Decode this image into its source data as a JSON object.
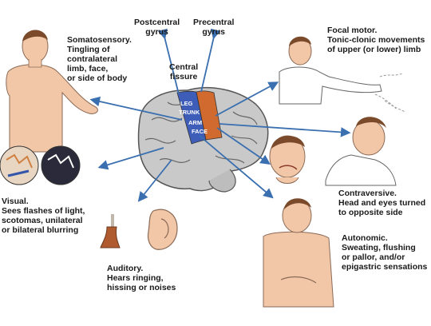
{
  "colors": {
    "arrow": "#3a6fb0",
    "postcentral": "#3d5db8",
    "precentral": "#d06a2e",
    "brain_fill": "#c9c9c9",
    "brain_line": "#555555",
    "skin": "#f2c7a8",
    "hair": "#7a4a2a"
  },
  "labels": {
    "postcentral": [
      "Postcentral",
      "gyrus"
    ],
    "precentral": [
      "Precentral",
      "gyrus"
    ],
    "central_fissure": [
      "Central",
      "fissure"
    ],
    "somatosensory": [
      "Somatosensory.",
      "Tingling of",
      "contralateral",
      "limb, face,",
      "or side of body"
    ],
    "focal_motor": [
      "Focal motor.",
      "Tonic-clonic movements",
      "of upper (or lower) limb"
    ],
    "contraversive": [
      "Contraversive.",
      "Head and eyes turned",
      "to opposite side"
    ],
    "visual": [
      "Visual.",
      "Sees flashes of light,",
      "scotomas, unilateral",
      "or bilateral blurring"
    ],
    "auditory": [
      "Auditory.",
      "Hears ringing,",
      "hissing or noises"
    ],
    "autonomic": [
      "Autonomic.",
      "Sweating, flushing",
      "or pallor, and/or",
      "epigastric sensations"
    ]
  },
  "brain_regions": [
    "LEG",
    "TRUNK",
    "ARM",
    "FACE"
  ],
  "icons": [
    "man-torso-icon",
    "arm-waving-icon",
    "turned-head-icon",
    "flashing-eyes-icon",
    "bell-icon",
    "ear-icon",
    "stomach-holding-icon",
    "grimacing-face-icon"
  ]
}
